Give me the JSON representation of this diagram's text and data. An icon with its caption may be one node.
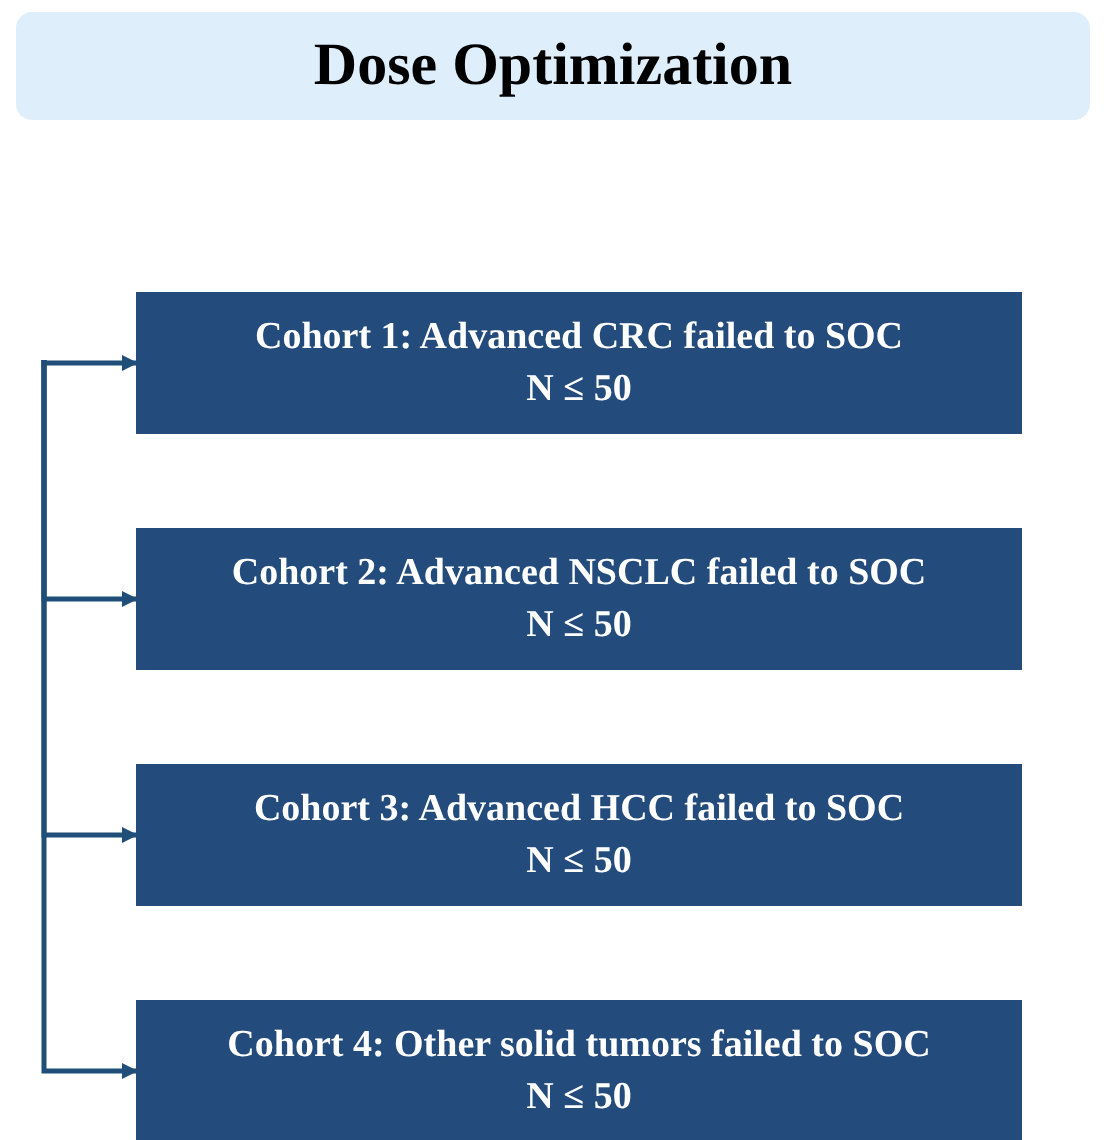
{
  "diagram": {
    "nodes": [
      {
        "text": [
          "Dose Optimization"
        ]
      },
      {
        "text": [
          "Cohort 1: Advanced CRC failed to SOC",
          "N ≤ 50"
        ]
      },
      {
        "text": [
          "Cohort 2: Advanced NSCLC failed to SOC",
          "N ≤ 50"
        ]
      },
      {
        "text": [
          "Cohort 3: Advanced HCC failed to SOC",
          "N ≤ 50"
        ]
      },
      {
        "text": [
          "Cohort 4: Other solid tumors failed to SOC",
          "N ≤ 50"
        ]
      }
    ],
    "edges": [
      {
        "from": null,
        "to": 1,
        "arrow": "to"
      },
      {
        "from": null,
        "to": 2,
        "arrow": "to"
      },
      {
        "from": null,
        "to": 3,
        "arrow": "to"
      },
      {
        "from": null,
        "to": 4,
        "arrow": "to"
      }
    ]
  }
}
